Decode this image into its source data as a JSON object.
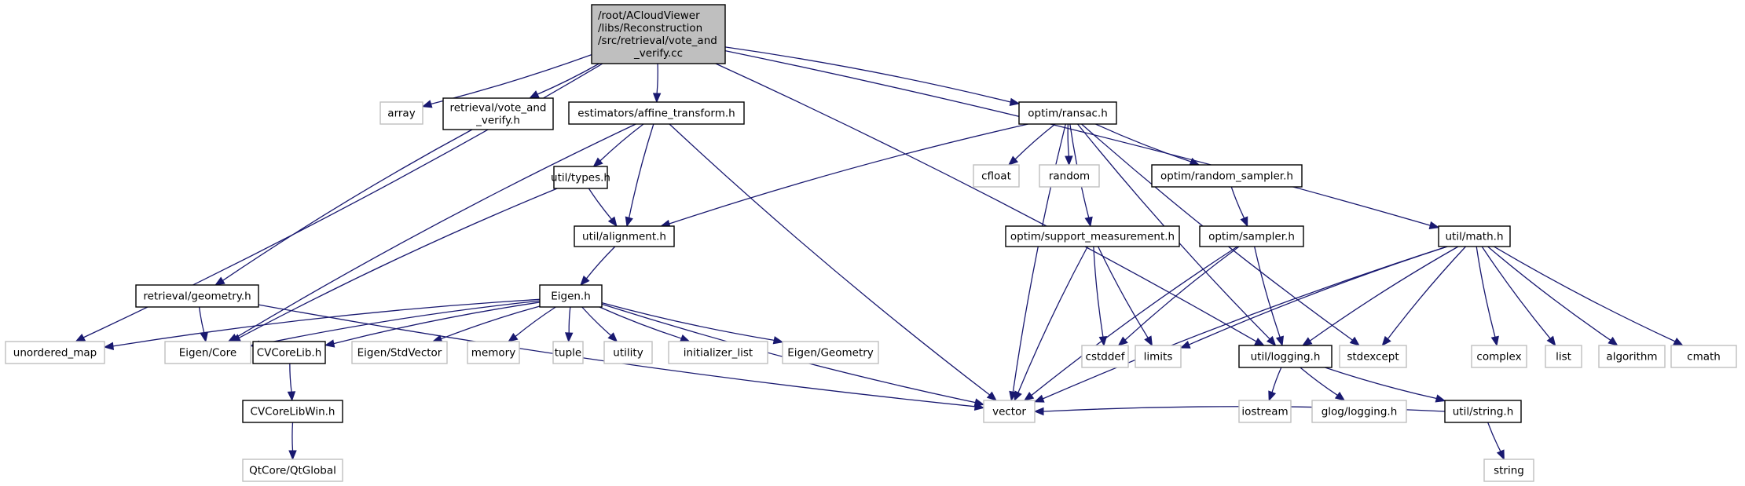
{
  "diagram": {
    "title": "Include dependency graph for vote_and_verify.cc",
    "colors": {
      "edge": "#191970",
      "root_fill": "#bfbfbf",
      "local_border": "#000000",
      "system_border": "#bfbfbf"
    },
    "nodes": [
      {
        "id": "root",
        "kind": "root",
        "lines": [
          "/root/ACloudViewer",
          "/libs/Reconstruction",
          "/src/retrieval/vote_and",
          "_verify.cc"
        ]
      },
      {
        "id": "unordered_map",
        "kind": "system",
        "lines": [
          "unordered_map"
        ]
      },
      {
        "id": "array",
        "kind": "system",
        "lines": [
          "array"
        ]
      },
      {
        "id": "vote_and_verify_h",
        "kind": "local",
        "lines": [
          "retrieval/vote_and",
          "_verify.h"
        ]
      },
      {
        "id": "affine_transform_h",
        "kind": "local",
        "lines": [
          "estimators/affine_transform.h"
        ]
      },
      {
        "id": "ransac_h",
        "kind": "local",
        "lines": [
          "optim/ransac.h"
        ]
      },
      {
        "id": "math_h",
        "kind": "local",
        "lines": [
          "util/math.h"
        ]
      },
      {
        "id": "types_h",
        "kind": "local",
        "lines": [
          "util/types.h"
        ]
      },
      {
        "id": "alignment_h",
        "kind": "local",
        "lines": [
          "util/alignment.h"
        ]
      },
      {
        "id": "cfloat",
        "kind": "system",
        "lines": [
          "cfloat"
        ]
      },
      {
        "id": "random",
        "kind": "system",
        "lines": [
          "random"
        ]
      },
      {
        "id": "random_sampler_h",
        "kind": "local",
        "lines": [
          "optim/random_sampler.h"
        ]
      },
      {
        "id": "support_measurement_h",
        "kind": "local",
        "lines": [
          "optim/support_measurement.h"
        ]
      },
      {
        "id": "sampler_h",
        "kind": "local",
        "lines": [
          "optim/sampler.h"
        ]
      },
      {
        "id": "geometry_h",
        "kind": "local",
        "lines": [
          "retrieval/geometry.h"
        ]
      },
      {
        "id": "eigen_h",
        "kind": "local",
        "lines": [
          "Eigen.h"
        ]
      },
      {
        "id": "cstddef",
        "kind": "system",
        "lines": [
          "cstddef"
        ]
      },
      {
        "id": "limits",
        "kind": "system",
        "lines": [
          "limits"
        ]
      },
      {
        "id": "logging_h",
        "kind": "local",
        "lines": [
          "util/logging.h"
        ]
      },
      {
        "id": "stdexcept",
        "kind": "system",
        "lines": [
          "stdexcept"
        ]
      },
      {
        "id": "complex",
        "kind": "system",
        "lines": [
          "complex"
        ]
      },
      {
        "id": "list",
        "kind": "system",
        "lines": [
          "list"
        ]
      },
      {
        "id": "algorithm",
        "kind": "system",
        "lines": [
          "algorithm"
        ]
      },
      {
        "id": "cmath",
        "kind": "system",
        "lines": [
          "cmath"
        ]
      },
      {
        "id": "eigen_core",
        "kind": "system",
        "lines": [
          "Eigen/Core"
        ]
      },
      {
        "id": "cvcorelib_h",
        "kind": "local",
        "lines": [
          "CVCoreLib.h"
        ]
      },
      {
        "id": "eigen_stdvector",
        "kind": "system",
        "lines": [
          "Eigen/StdVector"
        ]
      },
      {
        "id": "memory",
        "kind": "system",
        "lines": [
          "memory"
        ]
      },
      {
        "id": "tuple",
        "kind": "system",
        "lines": [
          "tuple"
        ]
      },
      {
        "id": "utility",
        "kind": "system",
        "lines": [
          "utility"
        ]
      },
      {
        "id": "initializer_list",
        "kind": "system",
        "lines": [
          "initializer_list"
        ]
      },
      {
        "id": "eigen_geometry",
        "kind": "system",
        "lines": [
          "Eigen/Geometry"
        ]
      },
      {
        "id": "iostream",
        "kind": "system",
        "lines": [
          "iostream"
        ]
      },
      {
        "id": "glog_logging_h",
        "kind": "system",
        "lines": [
          "glog/logging.h"
        ]
      },
      {
        "id": "string_h",
        "kind": "local",
        "lines": [
          "util/string.h"
        ]
      },
      {
        "id": "vector",
        "kind": "system",
        "lines": [
          "vector"
        ]
      },
      {
        "id": "cvcorelibwin_h",
        "kind": "local",
        "lines": [
          "CVCoreLibWin.h"
        ]
      },
      {
        "id": "string",
        "kind": "system",
        "lines": [
          "string"
        ]
      },
      {
        "id": "qtglobal",
        "kind": "system",
        "lines": [
          "QtCore/QtGlobal"
        ]
      }
    ],
    "edges": [
      [
        "root",
        "unordered_map"
      ],
      [
        "root",
        "array"
      ],
      [
        "root",
        "vote_and_verify_h"
      ],
      [
        "root",
        "affine_transform_h"
      ],
      [
        "root",
        "ransac_h"
      ],
      [
        "root",
        "logging_h"
      ],
      [
        "root",
        "math_h"
      ],
      [
        "vote_and_verify_h",
        "geometry_h"
      ],
      [
        "affine_transform_h",
        "eigen_core"
      ],
      [
        "affine_transform_h",
        "types_h"
      ],
      [
        "affine_transform_h",
        "alignment_h"
      ],
      [
        "affine_transform_h",
        "vector"
      ],
      [
        "types_h",
        "alignment_h"
      ],
      [
        "types_h",
        "eigen_core"
      ],
      [
        "alignment_h",
        "eigen_h"
      ],
      [
        "geometry_h",
        "eigen_core"
      ],
      [
        "geometry_h",
        "vector"
      ],
      [
        "eigen_h",
        "unordered_map"
      ],
      [
        "eigen_h",
        "eigen_core"
      ],
      [
        "eigen_h",
        "cvcorelib_h"
      ],
      [
        "eigen_h",
        "eigen_stdvector"
      ],
      [
        "eigen_h",
        "memory"
      ],
      [
        "eigen_h",
        "tuple"
      ],
      [
        "eigen_h",
        "utility"
      ],
      [
        "eigen_h",
        "initializer_list"
      ],
      [
        "eigen_h",
        "eigen_geometry"
      ],
      [
        "eigen_h",
        "vector"
      ],
      [
        "cvcorelib_h",
        "cvcorelibwin_h"
      ],
      [
        "cvcorelibwin_h",
        "qtglobal"
      ],
      [
        "ransac_h",
        "alignment_h"
      ],
      [
        "ransac_h",
        "cfloat"
      ],
      [
        "ransac_h",
        "random"
      ],
      [
        "ransac_h",
        "support_measurement_h"
      ],
      [
        "ransac_h",
        "vector"
      ],
      [
        "ransac_h",
        "random_sampler_h"
      ],
      [
        "ransac_h",
        "logging_h"
      ],
      [
        "ransac_h",
        "stdexcept"
      ],
      [
        "random_sampler_h",
        "sampler_h"
      ],
      [
        "support_measurement_h",
        "cstddef"
      ],
      [
        "support_measurement_h",
        "limits"
      ],
      [
        "support_measurement_h",
        "vector"
      ],
      [
        "sampler_h",
        "cstddef"
      ],
      [
        "sampler_h",
        "logging_h"
      ],
      [
        "sampler_h",
        "vector"
      ],
      [
        "math_h",
        "limits"
      ],
      [
        "math_h",
        "logging_h"
      ],
      [
        "math_h",
        "stdexcept"
      ],
      [
        "math_h",
        "vector"
      ],
      [
        "math_h",
        "complex"
      ],
      [
        "math_h",
        "list"
      ],
      [
        "math_h",
        "algorithm"
      ],
      [
        "math_h",
        "cmath"
      ],
      [
        "logging_h",
        "iostream"
      ],
      [
        "logging_h",
        "glog_logging_h"
      ],
      [
        "logging_h",
        "string_h"
      ],
      [
        "string_h",
        "vector"
      ],
      [
        "string_h",
        "string"
      ]
    ]
  }
}
